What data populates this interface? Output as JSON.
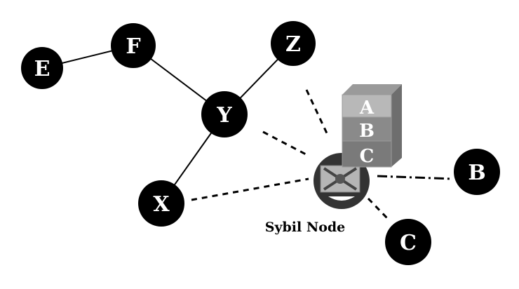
{
  "nodes": [
    {
      "id": "E",
      "label": "E"
    },
    {
      "id": "F",
      "label": "F"
    },
    {
      "id": "Z",
      "label": "Z"
    },
    {
      "id": "Y",
      "label": "Y"
    },
    {
      "id": "X",
      "label": "X"
    },
    {
      "id": "B",
      "label": "B"
    },
    {
      "id": "C",
      "label": "C"
    }
  ],
  "sybil": {
    "label": "Sybil Node",
    "identities": [
      "A",
      "B",
      "C"
    ]
  },
  "edges": {
    "solid": [
      [
        "E",
        "F"
      ],
      [
        "F",
        "Y"
      ],
      [
        "Z",
        "Y"
      ],
      [
        "Y",
        "X"
      ]
    ],
    "dashed": [
      [
        "Z",
        "sybil"
      ],
      [
        "Y",
        "sybil"
      ],
      [
        "X",
        "sybil"
      ],
      [
        "sybil",
        "B"
      ],
      [
        "sybil",
        "C"
      ]
    ]
  },
  "colors": {
    "node": "#000000",
    "node_text": "#ffffff",
    "stack_a": "#b8b8b8",
    "stack_b": "#8a8a8a",
    "stack_c": "#7a7a7a"
  }
}
